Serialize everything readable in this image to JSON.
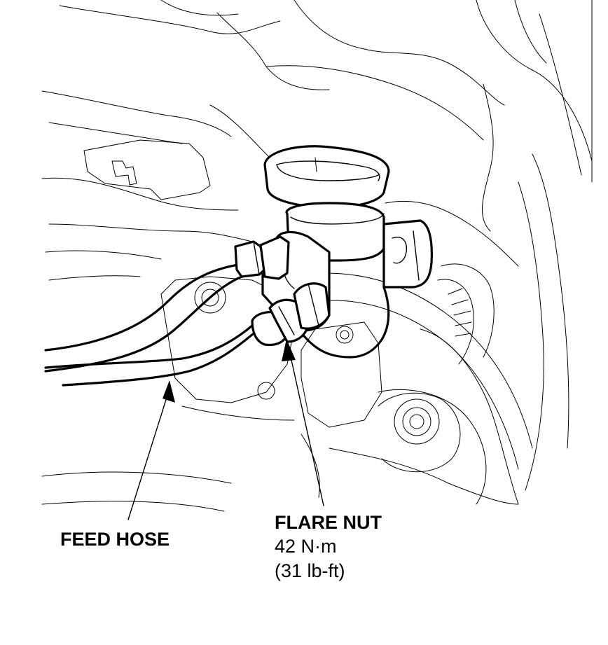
{
  "labels": {
    "feed_hose": {
      "title": "FEED HOSE"
    },
    "flare_nut": {
      "title": "FLARE NUT",
      "torque_metric": "42 N·m",
      "torque_imperial": "(31 lb-ft)"
    }
  }
}
